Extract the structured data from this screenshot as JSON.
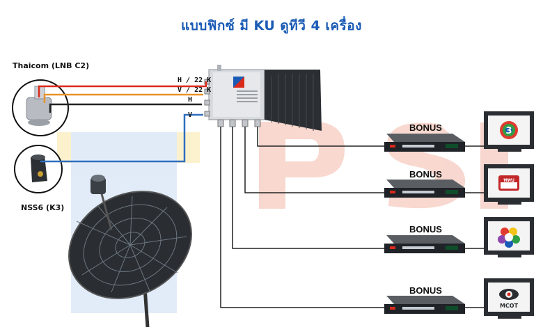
{
  "title": "แบบฟิกซ์ มี KU ดูทีวี 4 เครื่อง",
  "lnb_labels": {
    "thaicom": "Thaicom (LNB C2)",
    "nss6": "NSS6 (K3)"
  },
  "switch_inputs": [
    "H / 22 K",
    "V / 22 K",
    "H",
    "V"
  ],
  "receivers": [
    {
      "label": "BONUS",
      "channel_logo": "channel-3-logo"
    },
    {
      "label": "BONUS",
      "channel_logo": "channel-tnn-logo"
    },
    {
      "label": "BONUS",
      "channel_logo": "channel-7-logo"
    },
    {
      "label": "BONUS",
      "channel_logo": "mcot-logo"
    }
  ],
  "tv_texts": {
    "tnn": "ททบ",
    "mcot": "MCOT"
  },
  "watermark": "PSI",
  "colors": {
    "title": "#1a5bb5",
    "wire_red": "#d92a1c",
    "wire_orange": "#e8922a",
    "wire_blue": "#2e6fbf",
    "wire_dark": "#222222",
    "watermark_red": "#f2b8a8",
    "watermark_blue": "#c9dcf2",
    "watermark_yellow": "#fbe7a6"
  }
}
